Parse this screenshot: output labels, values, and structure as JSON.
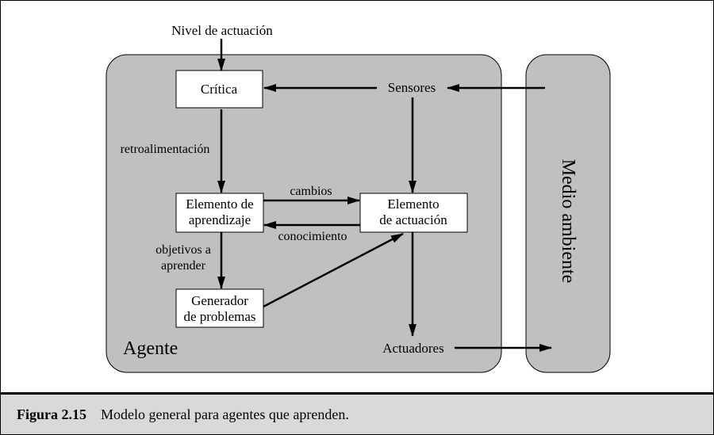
{
  "diagram": {
    "input_label": "Nivel de actuación",
    "agent_label": "Agente",
    "environment_label": "Medio ambiente",
    "nodes": {
      "critica": "Crítica",
      "sensores": "Sensores",
      "elemento_aprendizaje": [
        "Elemento de",
        "aprendizaje"
      ],
      "elemento_actuacion": [
        "Elemento",
        "de actuación"
      ],
      "generador": [
        "Generador",
        "de problemas"
      ],
      "actuadores": "Actuadores"
    },
    "edge_labels": {
      "retroalimentacion": "retroalimentación",
      "cambios": "cambios",
      "conocimiento": "conocimiento",
      "objetivos": [
        "objetivos a",
        "aprender"
      ]
    }
  },
  "caption": {
    "number": "Figura 2.15",
    "text": "Modelo general para agentes que aprenden."
  },
  "colors": {
    "agent_fill": "#c0c0c0",
    "caption_bg": "#d9d9d9",
    "stroke": "#000000"
  }
}
